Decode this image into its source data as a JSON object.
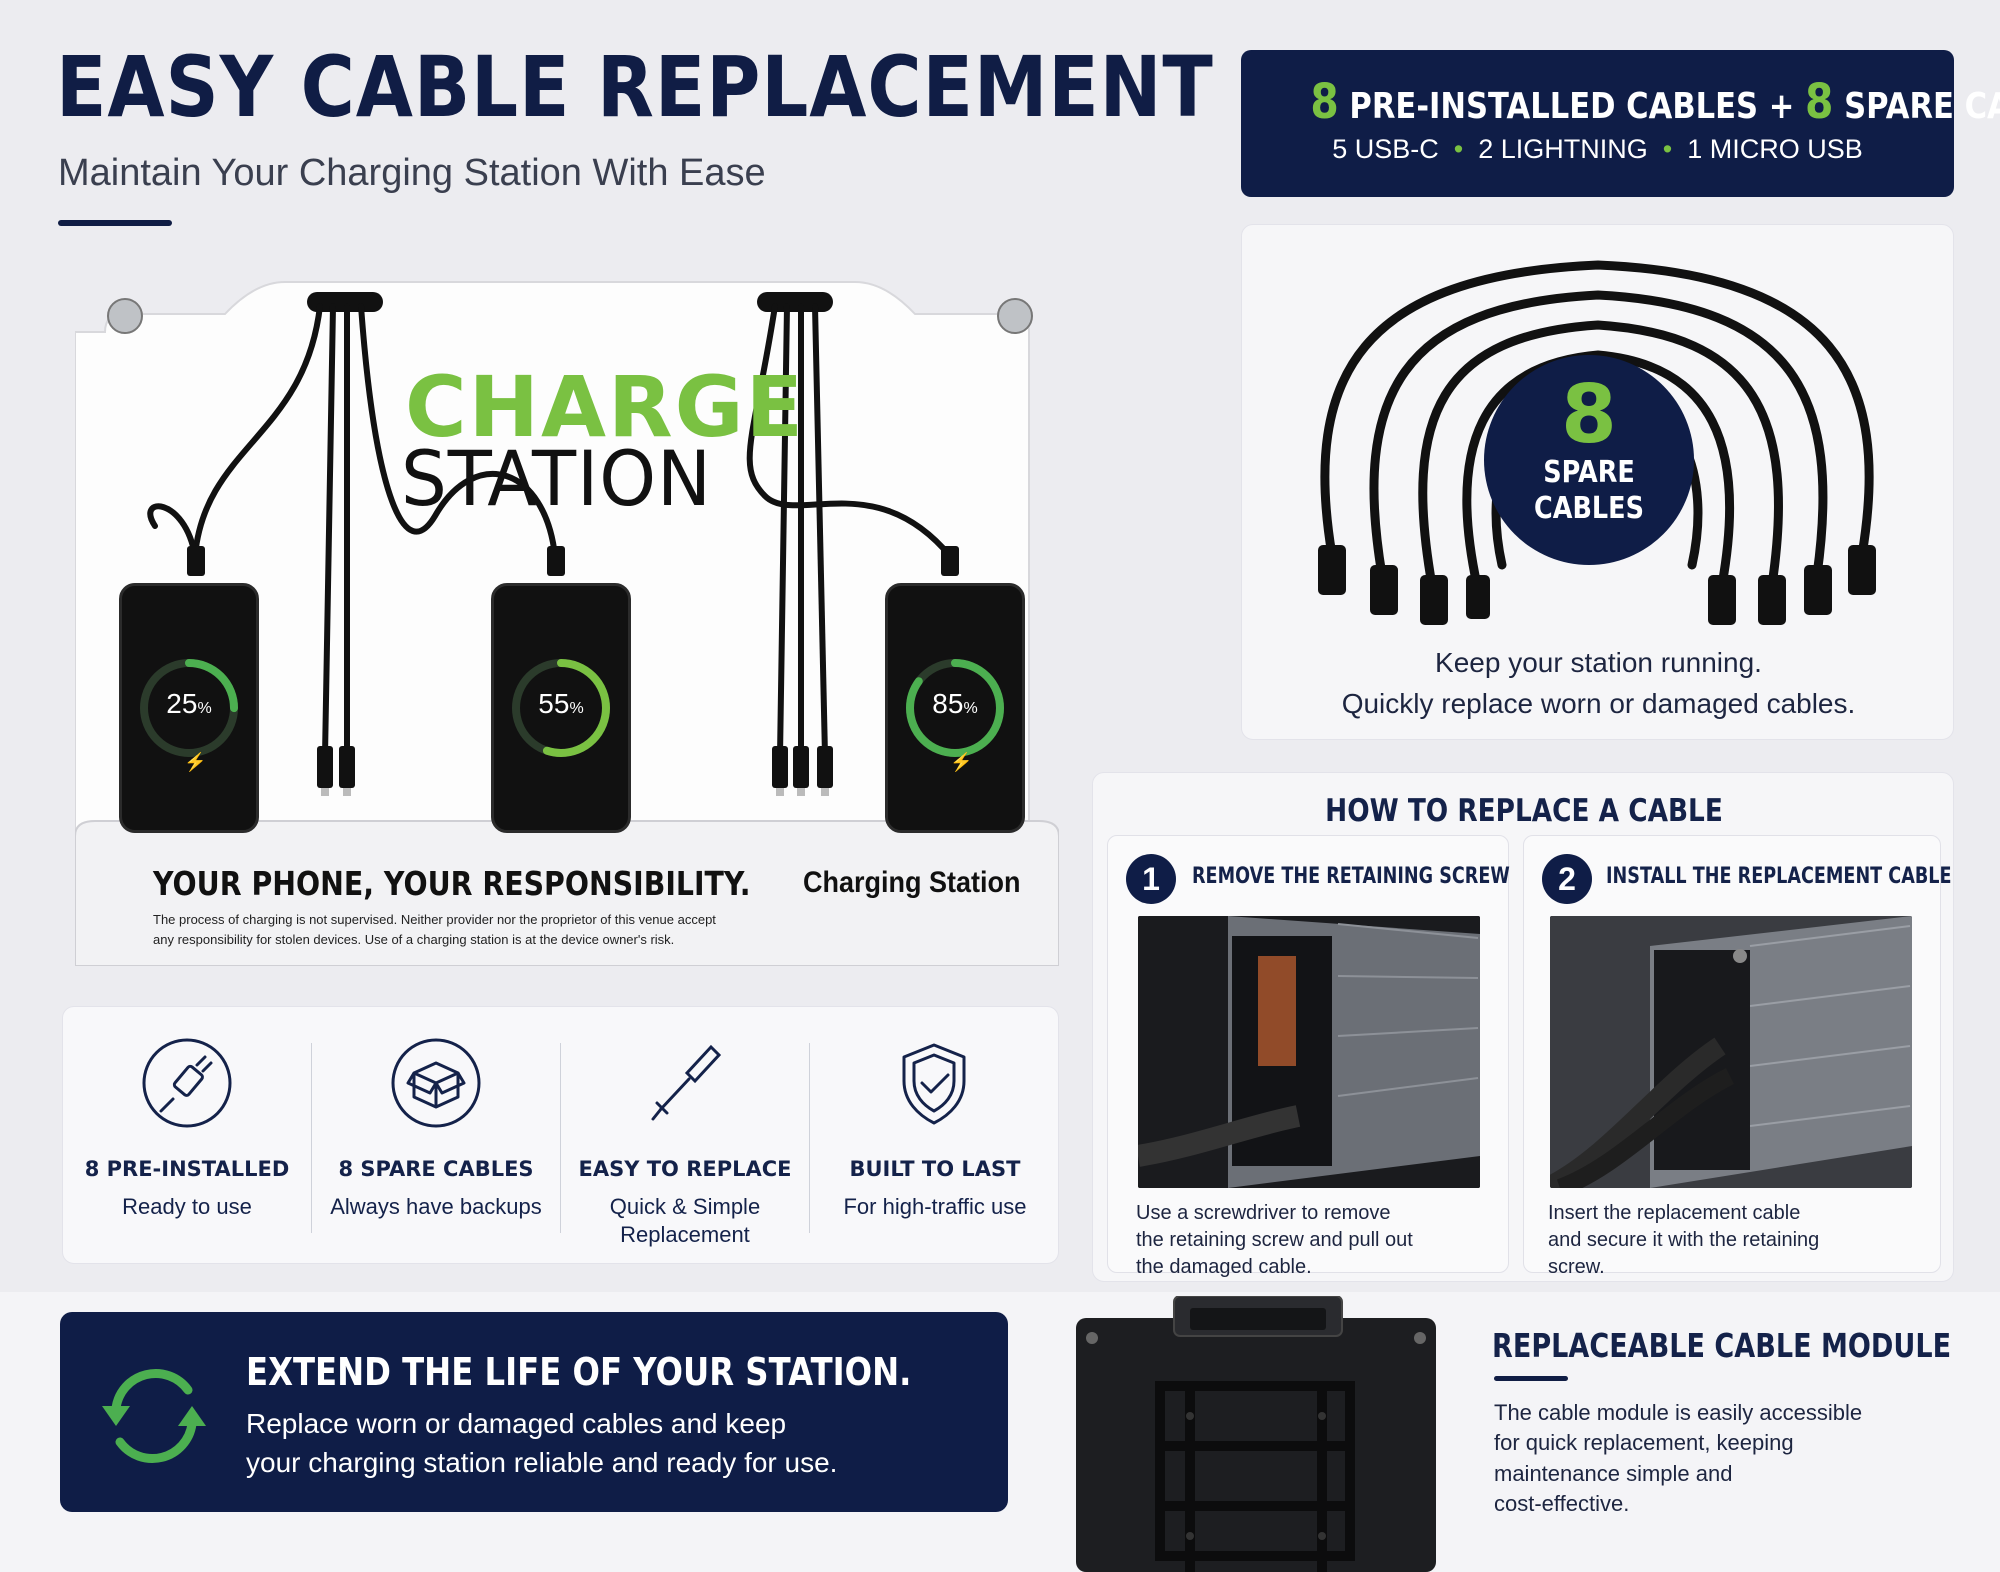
{
  "header": {
    "title": "EASY CABLE REPLACEMENT",
    "subtitle": "Maintain Your Charging Station With Ease"
  },
  "badge": {
    "count_a": "8",
    "label_a": "PRE-INSTALLED CABLES +",
    "count_b": "8",
    "label_b": "SPARE CABLES",
    "types": [
      "5 USB-C",
      "2 LIGHTNING",
      "1 MICRO USB"
    ]
  },
  "station": {
    "brand_top": "CHARGE",
    "brand_bottom": "STATION",
    "phones": [
      {
        "percent": "25",
        "unit": "%",
        "level": 0.25
      },
      {
        "percent": "55",
        "unit": "%",
        "level": 0.55
      },
      {
        "percent": "85",
        "unit": "%",
        "level": 0.85
      }
    ],
    "notice_title": "YOUR PHONE, YOUR RESPONSIBILITY.",
    "notice_label": "Charging Station",
    "notice_body_1": "The process of charging is not supervised. Neither provider nor the proprietor of this venue accept",
    "notice_body_2": "any responsibility for stolen devices. Use of a charging station is at the device owner's risk."
  },
  "spares": {
    "count": "8",
    "label_1": "SPARE",
    "label_2": "CABLES",
    "caption_1": "Keep your station running.",
    "caption_2": "Quickly replace worn or damaged cables."
  },
  "features": [
    {
      "icon": "cable-icon",
      "title": "8 PRE-INSTALLED",
      "line1": "Ready to use",
      "line2": ""
    },
    {
      "icon": "box-icon",
      "title": "8 SPARE CABLES",
      "line1": "Always have backups",
      "line2": ""
    },
    {
      "icon": "screwdriver-icon",
      "title": "EASY TO REPLACE",
      "line1": "Quick & Simple",
      "line2": "Replacement"
    },
    {
      "icon": "shield-check-icon",
      "title": "BUILT TO LAST",
      "line1": "For high-traffic use",
      "line2": ""
    }
  ],
  "howto": {
    "title": "HOW TO REPLACE A CABLE",
    "steps": [
      {
        "num": "1",
        "title": "REMOVE THE RETAINING SCREW",
        "l1": "Use a screwdriver to remove",
        "l2": "the retaining screw and pull out",
        "l3": "the damaged cable."
      },
      {
        "num": "2",
        "title": "INSTALL THE REPLACEMENT CABLE",
        "l1": "Insert the replacement cable",
        "l2": "and secure it with the retaining",
        "l3": "screw."
      }
    ]
  },
  "extend": {
    "title": "EXTEND THE LIFE OF YOUR STATION.",
    "line1": "Replace worn or damaged cables and keep",
    "line2": "your charging station reliable and ready for use."
  },
  "module": {
    "title": "REPLACEABLE CABLE MODULE",
    "l1": "The cable module is easily accessible",
    "l2": "for quick replacement, keeping",
    "l3": "maintenance simple and",
    "l4": "cost-effective."
  },
  "colors": {
    "navy": "#0f1d47",
    "green": "#7ac142"
  }
}
